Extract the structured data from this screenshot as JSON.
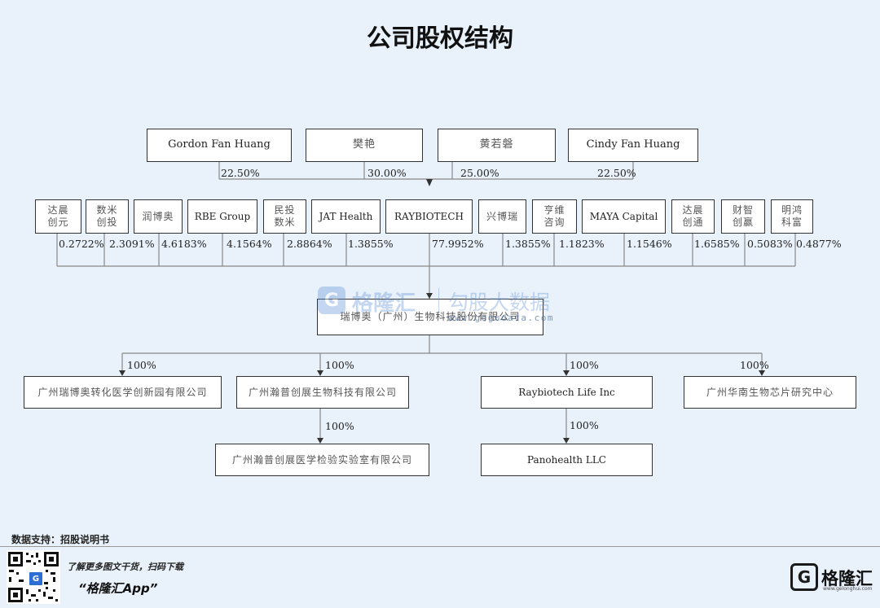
{
  "title": "公司股权结构",
  "watermark": {
    "logo": "G",
    "name": "格隆汇",
    "slogan": "勾股大数据",
    "url": "www.gogudata.com"
  },
  "level1": {
    "shareholders": [
      {
        "name": "Gordon  Fan Huang",
        "pct": "22.50%"
      },
      {
        "name": "樊艳",
        "pct": "30.00%"
      },
      {
        "name": "黄若磐",
        "pct": "25.00%"
      },
      {
        "name": "Cindy Fan  Huang",
        "pct": "22.50%"
      }
    ]
  },
  "level2": {
    "shareholders": [
      {
        "name": "达晨\n创元",
        "pct": "0.2722%"
      },
      {
        "name": "数米\n创投",
        "pct": "2.3091%"
      },
      {
        "name": "润博奥",
        "pct": "4.6183%"
      },
      {
        "name": "RBE Group",
        "pct": "4.1564%"
      },
      {
        "name": "民投\n数米",
        "pct": "2.8864%"
      },
      {
        "name": "JAT Health",
        "pct": "1.3855%"
      },
      {
        "name": "RAYBIOTECH",
        "pct": "77.9952%"
      },
      {
        "name": "兴博瑞",
        "pct": "1.3855%"
      },
      {
        "name": "亨维\n咨询",
        "pct": "1.1823%"
      },
      {
        "name": "MAYA Capital",
        "pct": "1.1546%"
      },
      {
        "name": "达晨\n创通",
        "pct": "1.6585%"
      },
      {
        "name": "财智\n创赢",
        "pct": "0.5083%"
      },
      {
        "name": "明鸿\n科富",
        "pct": "0.4877%"
      }
    ]
  },
  "company": {
    "name": "瑞博奥（广州）生物科技股份有限公司"
  },
  "subsidiaries": [
    {
      "name": "广州瑞博奥转化医学创新园有限公司",
      "pct": "100%"
    },
    {
      "name": "广州瀚普创展生物科技有限公司",
      "pct": "100%"
    },
    {
      "name": "Raybiotech Life Inc",
      "pct": "100%"
    },
    {
      "name": "广州华南生物芯片研究中心",
      "pct": "100%"
    }
  ],
  "grandchildren": [
    {
      "name": "广州瀚普创展医学检验实验室有限公司",
      "pct": "100%"
    },
    {
      "name": "Panohealth LLC",
      "pct": "100%"
    }
  ],
  "footer": {
    "source": "数据支持：招股说明书",
    "promo_line1": "了解更多图文干货，扫码下载",
    "promo_line2": "“格隆汇App”",
    "qr_center": "G",
    "brand_logo": "G",
    "brand_name": "格隆汇",
    "brand_url": "www.gelonghui.com"
  }
}
